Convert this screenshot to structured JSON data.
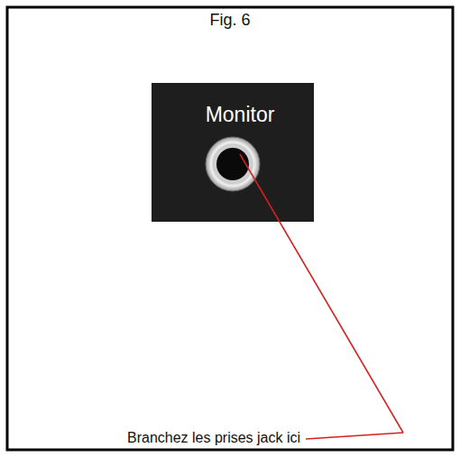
{
  "diagram": {
    "title": "Fig. 6",
    "nodes": [
      {
        "text": [
          "Monitor"
        ]
      }
    ],
    "labels": [
      "Branchez les prises jack ici"
    ]
  }
}
